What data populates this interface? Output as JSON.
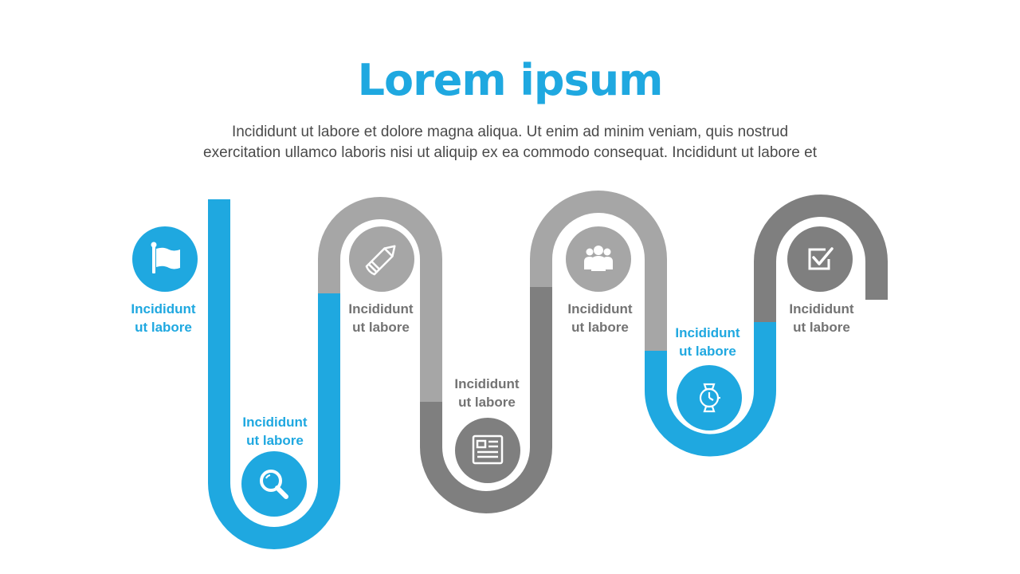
{
  "title": "Lorem ipsum",
  "subtitle_line1": "Incididunt ut labore et dolore magna aliqua. Ut enim ad minim veniam, quis nostrud",
  "subtitle_line2": "exercitation ullamco laboris nisi ut aliquip ex ea commodo consequat. Incididunt ut labore et",
  "colors": {
    "accent": "#1fa8e0",
    "gray_light": "#a6a6a6",
    "gray_dark": "#7f7f7f",
    "text": "#4a4a4a"
  },
  "steps": [
    {
      "line1": "Incididunt",
      "line2": "ut labore",
      "icon": "flag-icon",
      "tone": "blue"
    },
    {
      "line1": "Incididunt",
      "line2": "ut labore",
      "icon": "magnifier-icon",
      "tone": "blue"
    },
    {
      "line1": "Incididunt",
      "line2": "ut labore",
      "icon": "pencil-icon",
      "tone": "gray"
    },
    {
      "line1": "Incididunt",
      "line2": "ut labore",
      "icon": "newspaper-icon",
      "tone": "gray"
    },
    {
      "line1": "Incididunt",
      "line2": "ut labore",
      "icon": "team-icon",
      "tone": "gray"
    },
    {
      "line1": "Incididunt",
      "line2": "ut labore",
      "icon": "watch-icon",
      "tone": "blue"
    },
    {
      "line1": "Incididunt",
      "line2": "ut labore",
      "icon": "checkbox-icon",
      "tone": "gray"
    }
  ]
}
